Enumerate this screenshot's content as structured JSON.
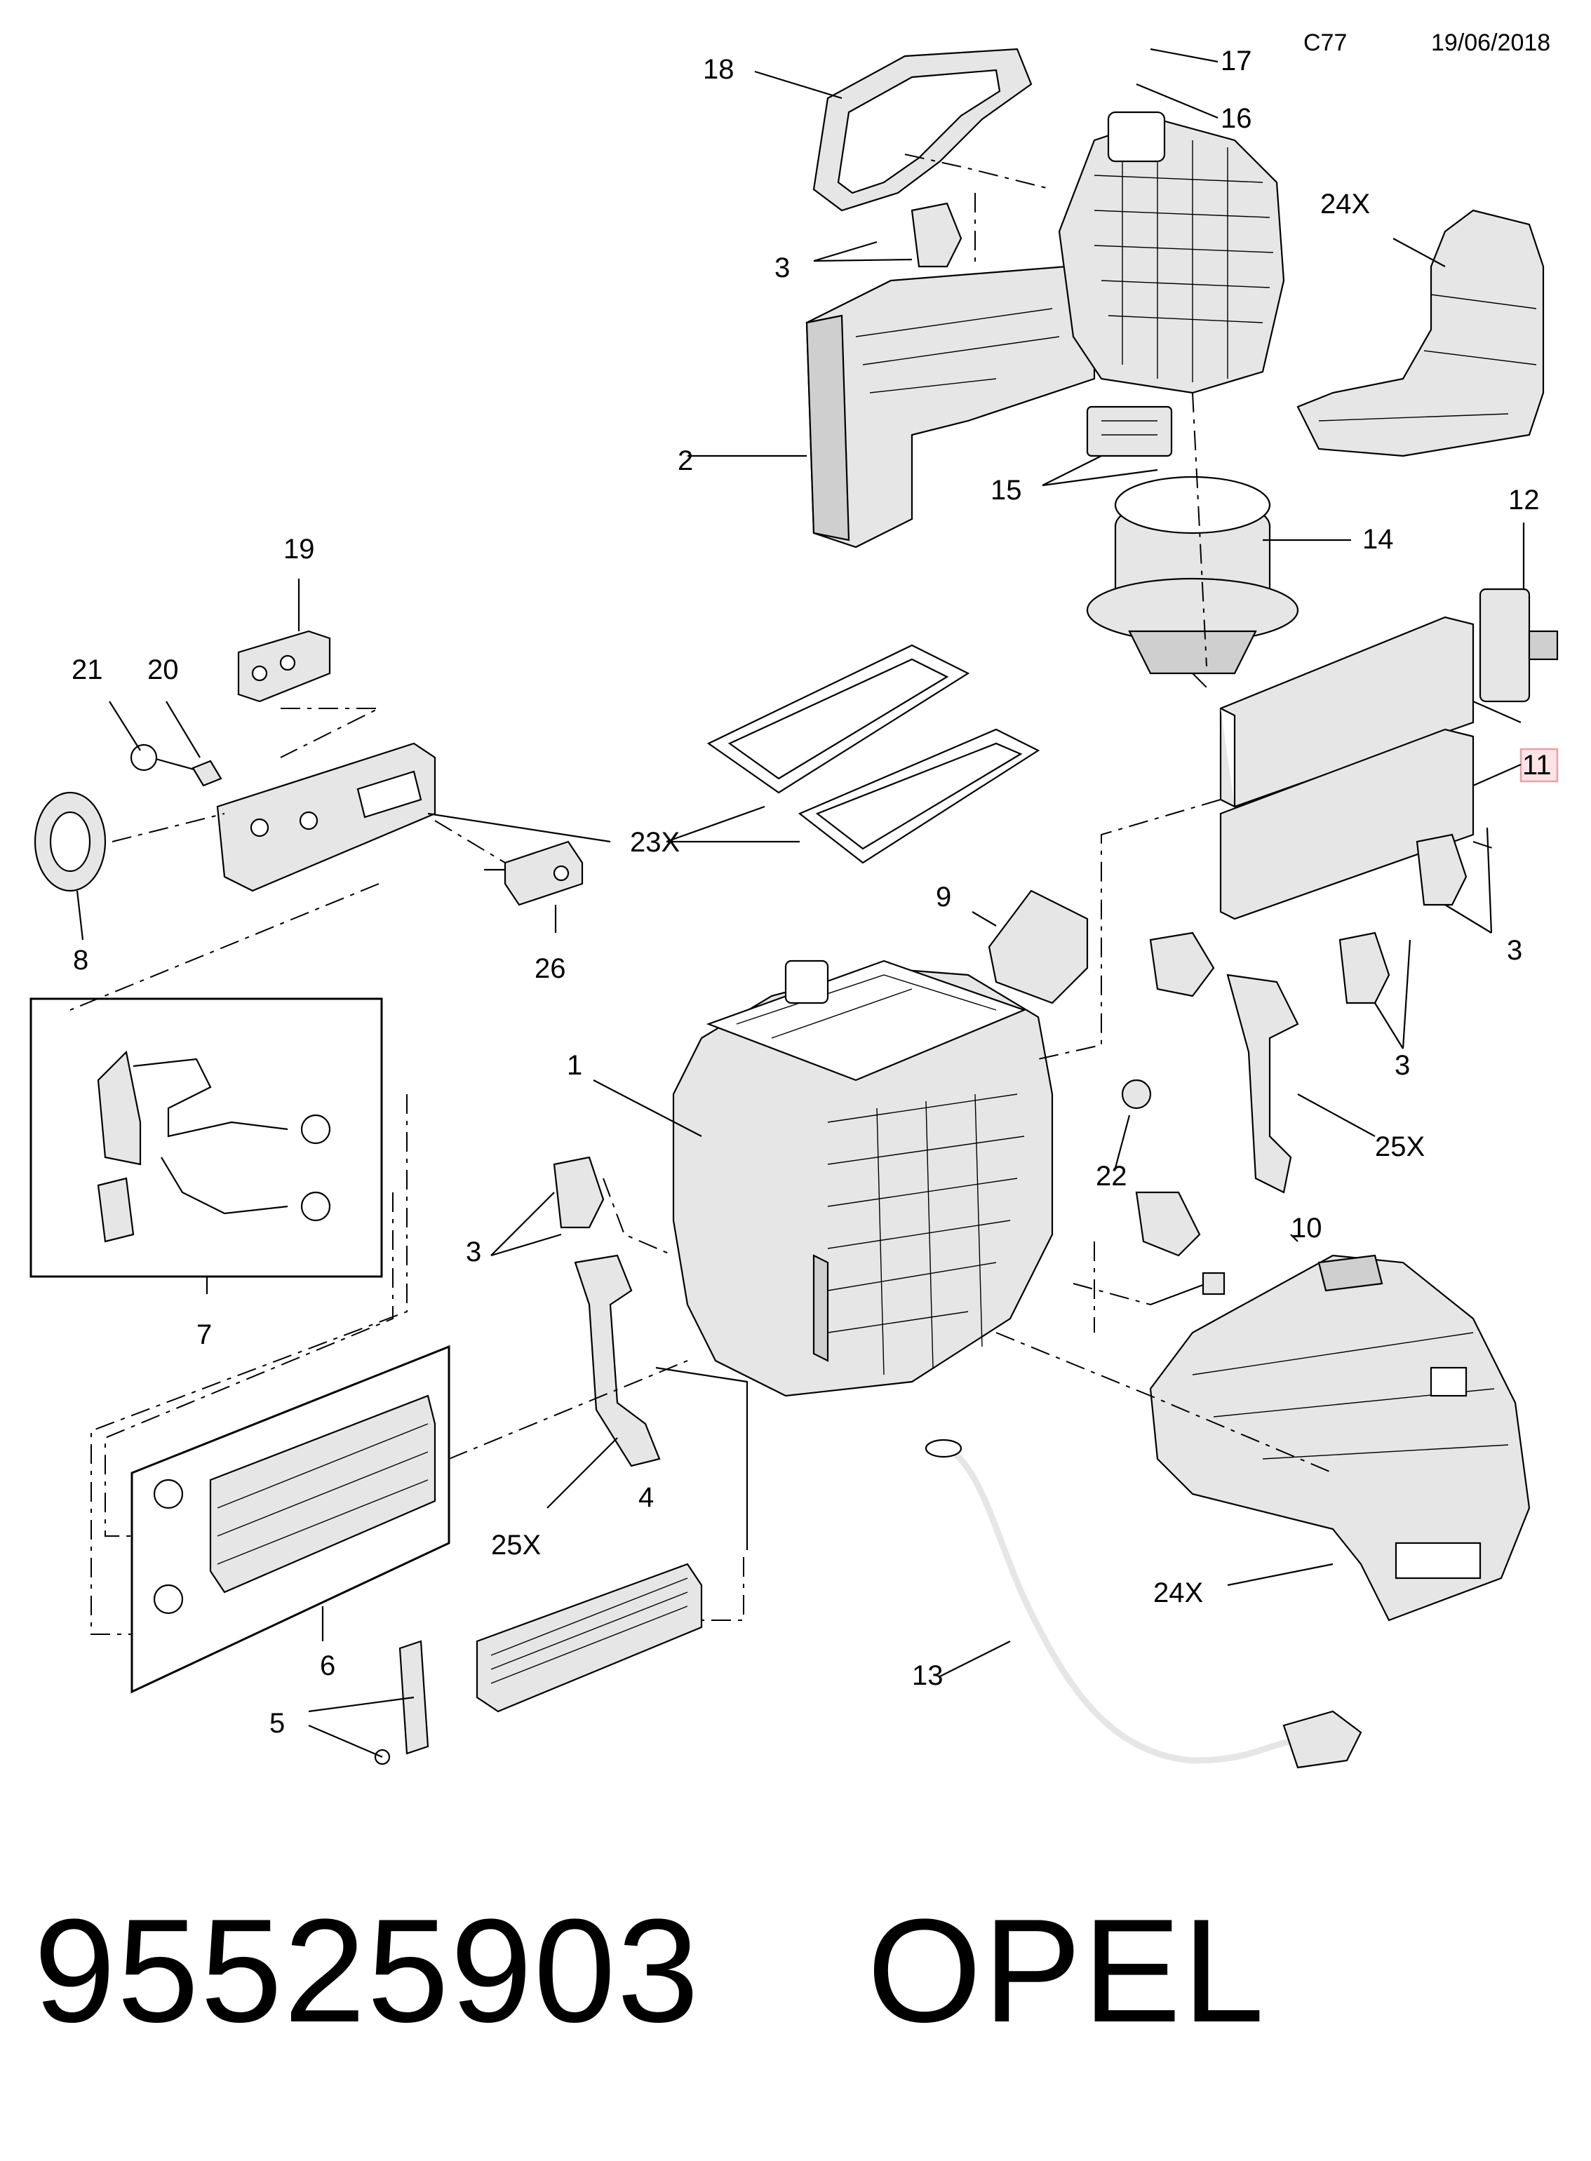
{
  "header": {
    "code": "C77",
    "date": "19/06/2018"
  },
  "labels": {
    "p1": "1",
    "p2": "2",
    "p3a": "3",
    "p3b": "3",
    "p3c": "3",
    "p3d": "3",
    "p4": "4",
    "p5": "5",
    "p6": "6",
    "p7": "7",
    "p8": "8",
    "p9": "9",
    "p10": "10",
    "p11": "11",
    "p12": "12",
    "p13": "13",
    "p14": "14",
    "p15": "15",
    "p16": "16",
    "p17": "17",
    "p18": "18",
    "p19": "19",
    "p20": "20",
    "p21": "21",
    "p22": "22",
    "p23": "23X",
    "p24a": "24X",
    "p24b": "24X",
    "p25a": "25X",
    "p25b": "25X",
    "p26": "26"
  },
  "highlight_color": "#e8a0a8",
  "footer": {
    "part_number": "95525903",
    "brand": "OPEL"
  }
}
